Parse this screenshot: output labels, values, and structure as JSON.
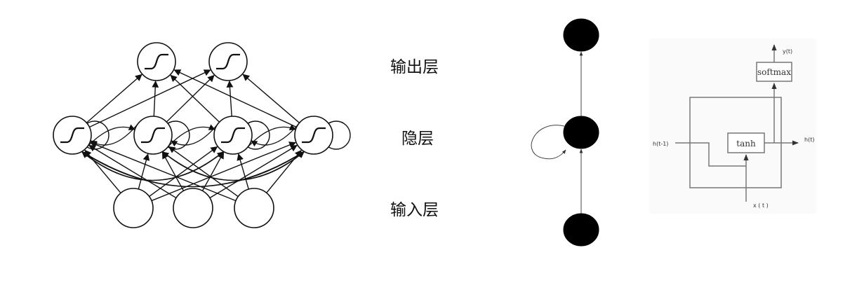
{
  "layer_labels": {
    "output": "输出层",
    "hidden": "隐层",
    "input": "输入层"
  },
  "network": {
    "output_nodes": 2,
    "hidden_nodes": 4,
    "input_nodes": 3
  },
  "rnn_cell": {
    "input_label": "x ( t )",
    "prev_state_label": "h(t-1)",
    "state_label": "h(t)",
    "output_label": "y(t)",
    "activation_label": "tanh",
    "output_activation_label": "softmax"
  },
  "colors": {
    "line": "#111111",
    "cell_line": "#777777",
    "node_fill": "#000000"
  }
}
